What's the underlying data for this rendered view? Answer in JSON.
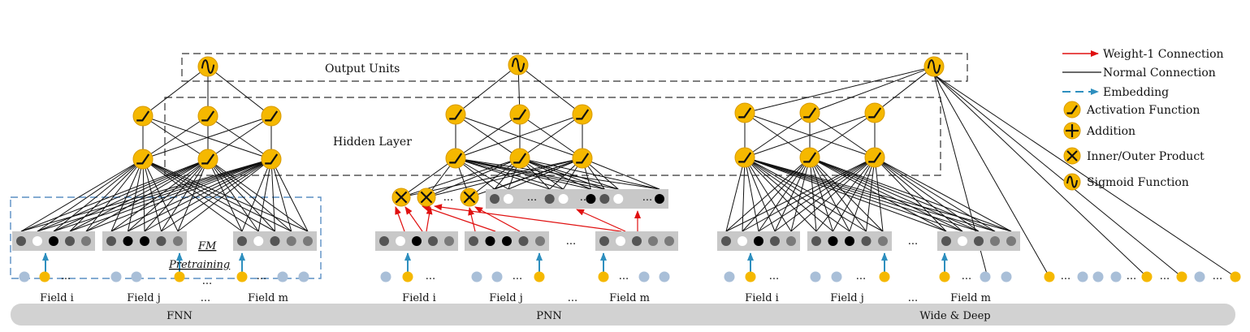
{
  "output_units_label": "Output Units",
  "hidden_layer_label": "Hidden Layer",
  "fm_pretraining_label_line1": "FM",
  "fm_pretraining_label_line2": "Pretraining",
  "ellipsis": "...",
  "models": [
    {
      "name": "FNN",
      "fields": [
        "Field i",
        "Field j",
        "...",
        "Field m"
      ]
    },
    {
      "name": "PNN",
      "fields": [
        "Field i",
        "Field j",
        "...",
        "Field m"
      ]
    },
    {
      "name": "Wide & Deep",
      "fields": [
        "Field i",
        "Field j",
        "...",
        "Field m"
      ]
    }
  ],
  "legend": [
    {
      "icon": "red-arrow",
      "label": "Weight-1 Connection"
    },
    {
      "icon": "black-line",
      "label": "Normal Connection"
    },
    {
      "icon": "blue-dashed-arrow",
      "label": "Embedding"
    },
    {
      "icon": "activation-icon",
      "label": "Activation Function"
    },
    {
      "icon": "addition-icon",
      "label": "Addition"
    },
    {
      "icon": "product-icon",
      "label": "Inner/Outer Product"
    },
    {
      "icon": "sigmoid-icon",
      "label": "Sigmoid Function"
    }
  ],
  "colors": {
    "unit_fill": "#f5b800",
    "unit_stroke": "#d89a00",
    "embed_box": "#c8c8c8",
    "input_dot": "#a9bfd8",
    "embed_arrow": "#2e8fbf",
    "weight1_arrow": "#e01010",
    "dashed_box_blue": "#5a8fc4",
    "bottom_bar": "#d2d2d2"
  }
}
